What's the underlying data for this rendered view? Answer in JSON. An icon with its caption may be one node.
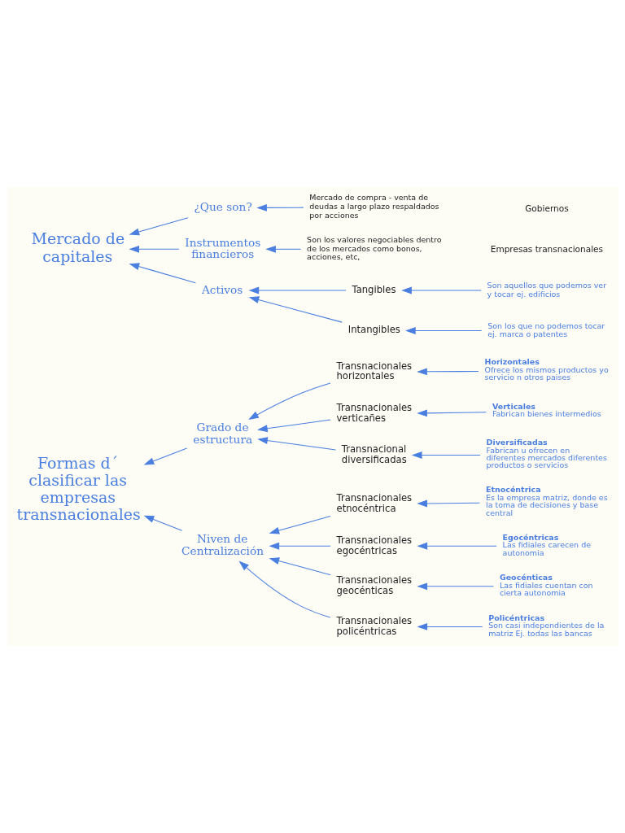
{
  "diagram": {
    "nodes": [
      {
        "text": [
          "Formas d´ clasificar las empresas transnacionales"
        ]
      },
      {
        "text": [
          "Grado de estructura"
        ]
      },
      {
        "text": [
          "Transnacionales horizontales"
        ]
      },
      {
        "text": [
          "Horizontales",
          "Ofrece los mismos productos yo servicio n otros paises"
        ]
      },
      {
        "text": [
          "Transnacionales verticañes"
        ]
      },
      {
        "text": [
          "Verticales",
          "Fabrican bienes intermedios"
        ]
      },
      {
        "text": [
          "Transnacional diversificadas"
        ]
      },
      {
        "text": [
          "Diversificadas",
          "Fabrican u ofrecen en diferentes mercados diferentes productos o servicios"
        ]
      },
      {
        "text": [
          "Niven de Centralización"
        ]
      },
      {
        "text": [
          "Transnacionales etnocéntrica"
        ]
      },
      {
        "text": [
          "Etnocéntrica",
          "Es la empresa matriz, donde es la toma de decisiones y base central"
        ]
      },
      {
        "text": [
          "Transnacionales egocéntricas"
        ]
      },
      {
        "text": [
          "Egocéntricas",
          "Las fidiales carecen de autonomia"
        ]
      },
      {
        "text": [
          "Transnacionales geocénticas"
        ]
      },
      {
        "text": [
          "Geocénticas",
          "Las fidiales cuentan con cierta autonomia"
        ]
      },
      {
        "text": [
          "Transnacionales policéntricas"
        ]
      },
      {
        "text": [
          "Policéntricas",
          "Son casi independientes de la matriz Ej. todas las bancas"
        ]
      },
      {
        "text": [
          "Mercado de capitales"
        ]
      },
      {
        "text": [
          "¿Que son?"
        ]
      },
      {
        "text": [
          "Mercado de compra - venta de deudas a largo plazo respaldados por acciones"
        ]
      },
      {
        "text": [
          "Instrumentos financieros"
        ]
      },
      {
        "text": [
          "Son los valores negociables dentro de los mercados como bonos, acciones, etc,"
        ]
      },
      {
        "text": [
          "Activos"
        ]
      },
      {
        "text": [
          "Tangibles"
        ]
      },
      {
        "text": [
          "Son aquellos que podemos ver y tocar ej. edificios"
        ]
      },
      {
        "text": [
          "Intangibles"
        ]
      },
      {
        "text": [
          "Son los que no podemos tocar ej. marca o patentes"
        ]
      }
    ],
    "edges": [
      {
        "from": 1,
        "to": 0,
        "arrow": "to"
      },
      {
        "from": 8,
        "to": 0,
        "arrow": "to"
      },
      {
        "from": 2,
        "to": 1,
        "arrow": "to"
      },
      {
        "from": 4,
        "to": 1,
        "arrow": "to"
      },
      {
        "from": 6,
        "to": 1,
        "arrow": "to"
      },
      {
        "from": 3,
        "to": 2,
        "arrow": "to"
      },
      {
        "from": 5,
        "to": 4,
        "arrow": "to"
      },
      {
        "from": 7,
        "to": 6,
        "arrow": "to"
      },
      {
        "from": 9,
        "to": 8,
        "arrow": "to"
      },
      {
        "from": 11,
        "to": 8,
        "arrow": "to"
      },
      {
        "from": 13,
        "to": 8,
        "arrow": "to"
      },
      {
        "from": 15,
        "to": 8,
        "arrow": "to"
      },
      {
        "from": 10,
        "to": 9,
        "arrow": "to"
      },
      {
        "from": 12,
        "to": 11,
        "arrow": "to"
      },
      {
        "from": 14,
        "to": 13,
        "arrow": "to"
      },
      {
        "from": 16,
        "to": 15,
        "arrow": "to"
      },
      {
        "from": 18,
        "to": 17,
        "arrow": "to"
      },
      {
        "from": 20,
        "to": 17,
        "arrow": "to"
      },
      {
        "from": 22,
        "to": 17,
        "arrow": "to"
      },
      {
        "from": 19,
        "to": 18,
        "arrow": "to"
      },
      {
        "from": 21,
        "to": 20,
        "arrow": "to"
      },
      {
        "from": 23,
        "to": 22,
        "arrow": "to"
      },
      {
        "from": 25,
        "to": 22,
        "arrow": "to"
      },
      {
        "from": 24,
        "to": 23,
        "arrow": "to"
      },
      {
        "from": 26,
        "to": 25,
        "arrow": "to"
      }
    ],
    "labels": [
      "Empresas transnacionales",
      "Gobiernos"
    ]
  }
}
